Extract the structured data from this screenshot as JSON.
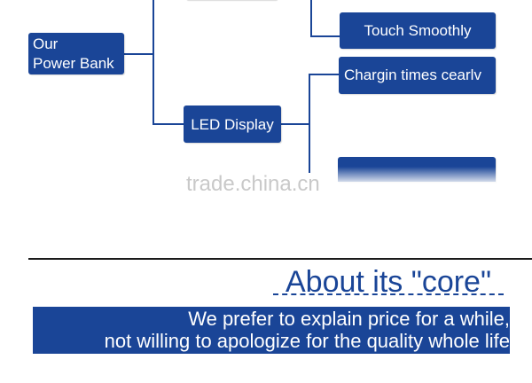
{
  "diagram": {
    "root": {
      "line1": "Our",
      "line2": "Power Bank"
    },
    "led_display": "LED Display",
    "touch": "Touch Smoothly",
    "charging": "Chargin times cearlv"
  },
  "watermark": "trade.china.cn",
  "about": {
    "title": "About its \"core\"",
    "line1": "We prefer to explain price for a while,",
    "line2": "not willing to apologize for the quality whole life"
  },
  "colors": {
    "accent": "#1a4597",
    "divider": "#1b1b1b",
    "watermark": "#c9c9c9"
  }
}
